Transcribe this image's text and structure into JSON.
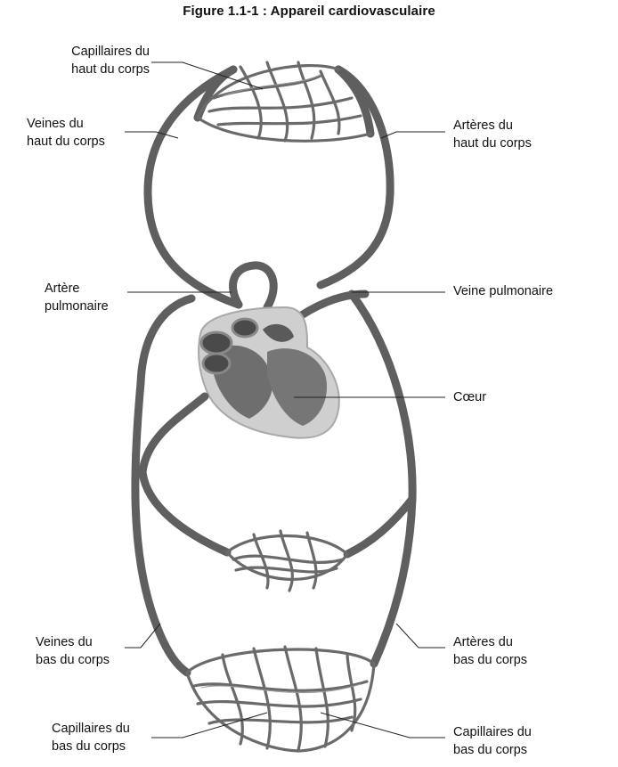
{
  "title": "Figure 1.1-1 : Appareil cardiovasculaire",
  "labels": {
    "cap_haut": [
      "Capillaires du",
      "haut du corps"
    ],
    "veines_haut": [
      "Veines du",
      "haut du corps"
    ],
    "arteres_haut": [
      "Artères du",
      "haut du corps"
    ],
    "artere_pulm": [
      "Artère",
      "pulmonaire"
    ],
    "veine_pulm": "Veine pulmonaire",
    "coeur": "Cœur",
    "veines_bas": [
      "Veines du",
      "bas du corps"
    ],
    "arteres_bas": [
      "Artères du",
      "bas du corps"
    ],
    "cap_bas_left": [
      "Capillaires du",
      "bas du corps"
    ],
    "cap_bas_right": [
      "Capillaires du",
      "bas du corps"
    ]
  }
}
